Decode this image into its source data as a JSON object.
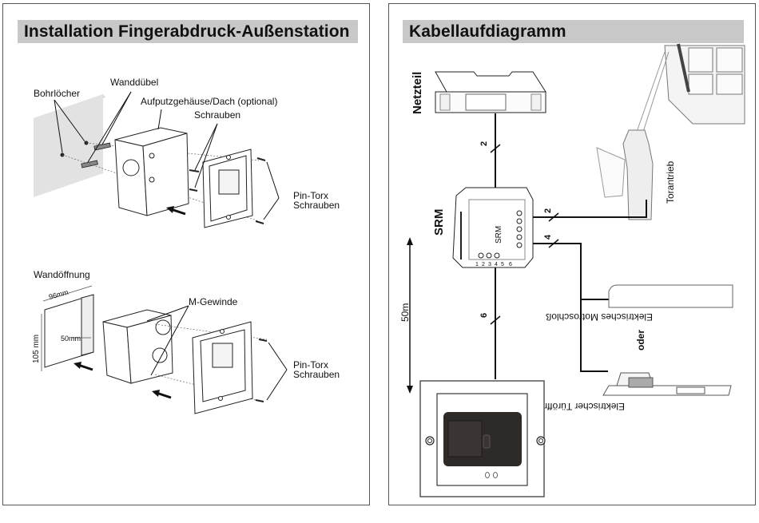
{
  "left_page": {
    "title": "Installation Fingerabdruck-Außenstation",
    "surface_mount": {
      "labels": {
        "drill_holes": "Bohrlöcher",
        "wall_plugs": "Wanddübel",
        "housing": "Aufputzgehäuse/Dach (optional)",
        "screws": "Schrauben",
        "pin_torx_line1": "Pin-Torx",
        "pin_torx_line2": "Schrauben"
      }
    },
    "flush_mount": {
      "labels": {
        "wall_opening": "Wandöffnung",
        "width": "96mm",
        "height": "105 mm",
        "depth": "50mm",
        "m_thread": "M-Gewinde",
        "pin_torx_line1": "Pin-Torx",
        "pin_torx_line2": "Schrauben"
      }
    }
  },
  "right_page": {
    "title": "Kabellaufdiagramm",
    "components": {
      "power_supply": "Netzteil",
      "relay_module": "SRM",
      "relay_module_inner": "SRM",
      "gate_drive": "Torantrieb",
      "motor_lock": "Elektrisches Motroschloß",
      "or": "oder",
      "door_opener": "Elektrischer Türöffner"
    },
    "wires": {
      "power_to_srm": "2",
      "srm_to_gate": "2",
      "srm_to_lock": "4",
      "srm_to_reader": "6"
    },
    "distance": "50m",
    "srm_terminals_bottom": [
      "1",
      "2",
      "3",
      "4",
      "5",
      "6"
    ]
  }
}
